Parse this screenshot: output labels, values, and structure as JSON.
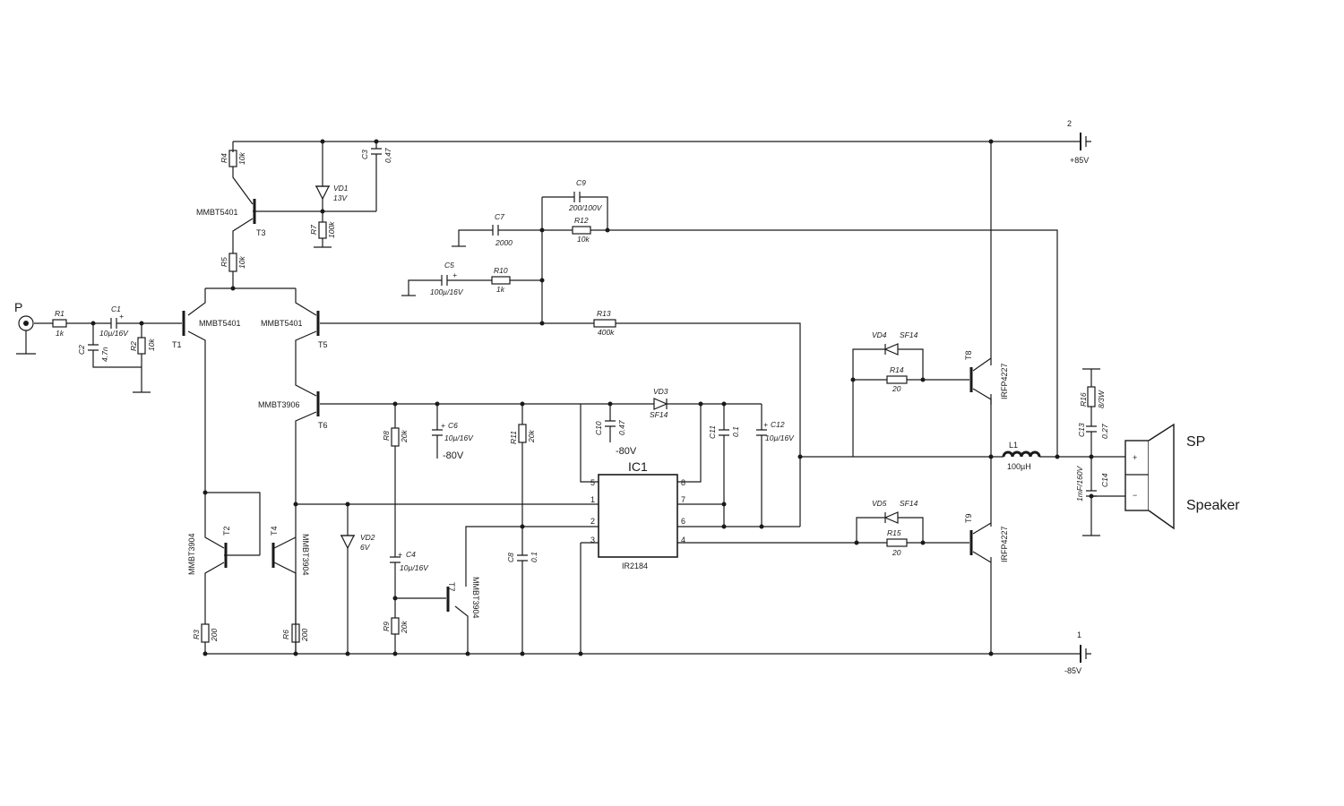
{
  "input": {
    "label": "P"
  },
  "resistors": [
    {
      "ref": "R1",
      "value": "1k"
    },
    {
      "ref": "R2",
      "value": "10k"
    },
    {
      "ref": "R3",
      "value": "200"
    },
    {
      "ref": "R4",
      "value": "10k"
    },
    {
      "ref": "R5",
      "value": "10k"
    },
    {
      "ref": "R6",
      "value": "200"
    },
    {
      "ref": "R7",
      "value": "100k"
    },
    {
      "ref": "R8",
      "value": "20k"
    },
    {
      "ref": "R9",
      "value": "20k"
    },
    {
      "ref": "R10",
      "value": "1k"
    },
    {
      "ref": "R11",
      "value": "20k"
    },
    {
      "ref": "R12",
      "value": "10k"
    },
    {
      "ref": "R13",
      "value": "400k"
    },
    {
      "ref": "R14",
      "value": "20"
    },
    {
      "ref": "R15",
      "value": "20"
    },
    {
      "ref": "R16",
      "value": "8/3W"
    }
  ],
  "capacitors": [
    {
      "ref": "C1",
      "value": "10µ/16V"
    },
    {
      "ref": "C2",
      "value": "4.7n"
    },
    {
      "ref": "C3",
      "value": "0,47"
    },
    {
      "ref": "C4",
      "value": "10µ/16V"
    },
    {
      "ref": "C5",
      "value": "100µ/16V"
    },
    {
      "ref": "C6",
      "value": "10µ/16V"
    },
    {
      "ref": "C7",
      "value": "2000"
    },
    {
      "ref": "C8",
      "value": "0.1"
    },
    {
      "ref": "C9",
      "value": "200/100V"
    },
    {
      "ref": "C10",
      "value": "0.47"
    },
    {
      "ref": "C11",
      "value": "0.1"
    },
    {
      "ref": "C12",
      "value": "10µ/16V"
    },
    {
      "ref": "C13",
      "value": "0.27"
    },
    {
      "ref": "C14",
      "value": "1mF/160V"
    }
  ],
  "transistors": [
    {
      "ref": "T1",
      "type": "MMBT5401"
    },
    {
      "ref": "T2",
      "type": "MMBT3904"
    },
    {
      "ref": "T3",
      "type": "MMBT5401"
    },
    {
      "ref": "T4",
      "type": "MMBT3904"
    },
    {
      "ref": "T5",
      "type": "MMBT5401"
    },
    {
      "ref": "T6",
      "type": "MMBT3906"
    },
    {
      "ref": "T7",
      "type": "MMBT3904"
    },
    {
      "ref": "T8",
      "type": "IRFP4227"
    },
    {
      "ref": "T9",
      "type": "IRFP4227"
    }
  ],
  "diodes": [
    {
      "ref": "VD1",
      "value": "13V"
    },
    {
      "ref": "VD2",
      "value": "6V"
    },
    {
      "ref": "VD3",
      "value": "SF14"
    },
    {
      "ref": "VD4",
      "value": "SF14"
    },
    {
      "ref": "VD5",
      "value": "SF14"
    }
  ],
  "ic": {
    "ref": "IC1",
    "part": "IR2184",
    "pins": [
      "1",
      "2",
      "3",
      "4",
      "5",
      "6",
      "7",
      "8"
    ]
  },
  "inductor": {
    "ref": "L1",
    "value": "100µH"
  },
  "supplies": {
    "pos_node": "2",
    "pos_label": "+85V",
    "neg_node": "1",
    "neg_label": "-85V",
    "bias_label": "-80V"
  },
  "speaker": {
    "ref": "SP",
    "label": "Speaker",
    "plus": "+",
    "minus": "−"
  }
}
